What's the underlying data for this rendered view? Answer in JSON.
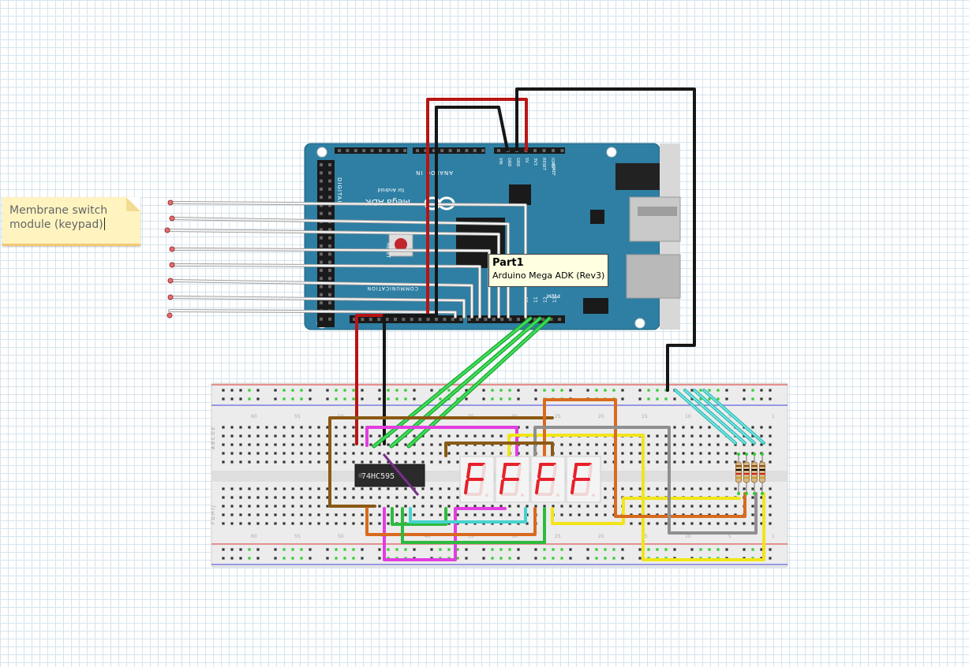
{
  "note": {
    "text": "Membrane switch module (keypad)"
  },
  "tooltip": {
    "title": "Part1",
    "subtitle": "Arduino Mega ADK (Rev3)"
  },
  "arduino": {
    "label_adk": "Mega ADK",
    "label_for_android": "for Android",
    "label_analog_in": "ANALOG IN",
    "label_digital": "DIGITAL",
    "label_communication": "COMMUNICATION",
    "label_pwm": "PWM",
    "label_reset": "RESET",
    "label_ioref": "IOREF",
    "power_pins": [
      "VIN",
      "GND",
      "GND",
      "5V",
      "3V3",
      "RESET",
      "IOREF"
    ],
    "pwm_pins": [
      "13",
      "12",
      "11",
      "10"
    ]
  },
  "breadboard": {
    "column_numbers": [
      "60",
      "55",
      "50",
      "45",
      "40",
      "35",
      "30",
      "25",
      "20",
      "15",
      "10",
      "5",
      "1"
    ],
    "row_letters_top": "A B C D E",
    "row_letters_bottom": "F G H I J"
  },
  "chip": {
    "label": "74HC595"
  },
  "seven_segment": {
    "digits": [
      "F",
      "F",
      "F",
      "F"
    ],
    "color": "#e8202a"
  },
  "colors": {
    "board": "#2e7fa3",
    "breadboard": "#e9e9e9",
    "wire_red": "#d01818",
    "wire_black": "#1a1a1a",
    "wire_green": "#22c33a",
    "wire_magenta": "#e23de0",
    "wire_yellow": "#f1e51a",
    "wire_orange": "#d86b1e",
    "wire_gray": "#8f8f8f",
    "wire_brown": "#8a5a14",
    "wire_cyan": "#45d3cf"
  }
}
